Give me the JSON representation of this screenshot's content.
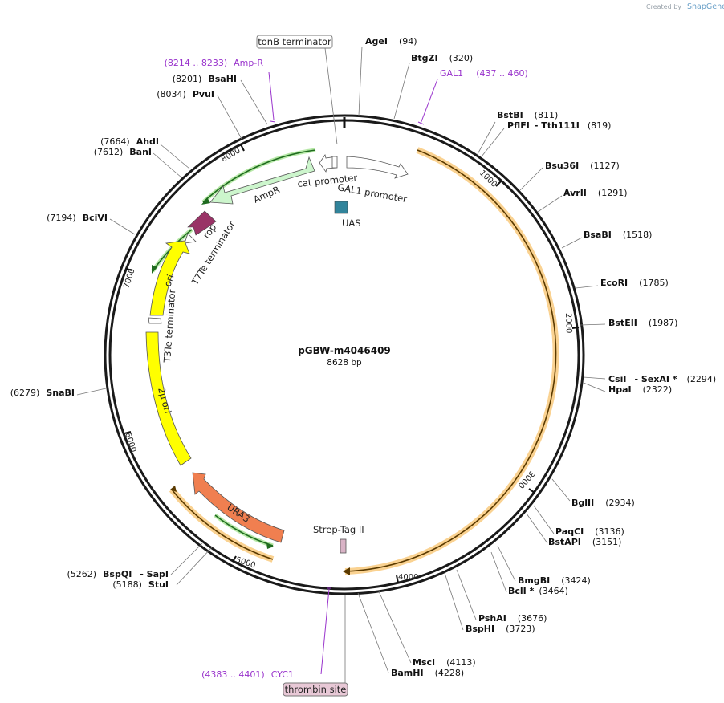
{
  "watermark": {
    "prefix": "Created by",
    "brand": "SnapGene"
  },
  "plasmid": {
    "name": "pGBW-m4046409",
    "size": "8628 bp"
  },
  "ticks": [
    "1000",
    "2000",
    "3000",
    "4000",
    "5000",
    "6000",
    "7000",
    "8000"
  ],
  "enzymes": {
    "agei": {
      "name": "AgeI",
      "pos": "(94)"
    },
    "btgzi": {
      "name": "BtgZI",
      "pos": "(320)"
    },
    "bstbi": {
      "name": "BstBI",
      "pos": "(811)"
    },
    "pflfi": {
      "name": "PflFI",
      "name2": "- Tth111I",
      "pos": "(819)"
    },
    "bsu36i": {
      "name": "Bsu36I",
      "pos": "(1127)"
    },
    "avrii": {
      "name": "AvrII",
      "pos": "(1291)"
    },
    "bsabi": {
      "name": "BsaBI",
      "pos": "(1518)"
    },
    "ecori": {
      "name": "EcoRI",
      "pos": "(1785)"
    },
    "bsteii": {
      "name": "BstEII",
      "pos": "(1987)"
    },
    "csii": {
      "name": "CsiI",
      "name2": "- SexAI *",
      "pos": "(2294)"
    },
    "hpai": {
      "name": "HpaI",
      "pos": "(2322)"
    },
    "bglii": {
      "name": "BglII",
      "pos": "(2934)"
    },
    "paqci": {
      "name": "PaqCI",
      "pos": "(3136)"
    },
    "bstapi": {
      "name": "BstAPI",
      "pos": "(3151)"
    },
    "bmgbi": {
      "name": "BmgBI",
      "pos": "(3424)"
    },
    "bcli": {
      "name": "BclI *",
      "pos": "(3464)"
    },
    "pshai": {
      "name": "PshAI",
      "pos": "(3676)"
    },
    "bsphi": {
      "name": "BspHI",
      "pos": "(3723)"
    },
    "msci": {
      "name": "MscI",
      "pos": "(4113)"
    },
    "bamhi": {
      "name": "BamHI",
      "pos": "(4228)"
    },
    "bspqi": {
      "name": "BspQI",
      "name2": "- SapI",
      "pos": "(5262)"
    },
    "stui": {
      "name": "StuI",
      "pos": "(5188)"
    },
    "snabi": {
      "name": "SnaBI",
      "pos": "(6279)"
    },
    "bcivi": {
      "name": "BciVI",
      "pos": "(7194)"
    },
    "ahdi": {
      "name": "AhdI",
      "pos": "(7664)"
    },
    "bani": {
      "name": "BanI",
      "pos": "(7612)"
    },
    "pvui": {
      "name": "PvuI",
      "pos": "(8034)"
    },
    "bsahi": {
      "name": "BsaHI",
      "pos": "(8201)"
    }
  },
  "primers": {
    "ampr": {
      "range": "(8214 .. 8233)",
      "name": "Amp-R"
    },
    "gal1": {
      "name": "GAL1",
      "range": "(437 .. 460)"
    },
    "cyc1": {
      "range": "(4383 .. 4401)",
      "name": "CYC1"
    }
  },
  "boxes": {
    "tonb": "tonB terminator",
    "thrombin": "thrombin site"
  },
  "features": {
    "cat_promoter": "cat promoter",
    "gal1_promoter": "GAL1 promoter",
    "uas": "UAS",
    "ampr": "AmpR",
    "rop": "rop",
    "t7te": "T7Te terminator",
    "ori": "ori",
    "t3te": "T3Te terminator",
    "two_mu": "2μ ori",
    "ura3": "URA3",
    "strep": "Strep-Tag II"
  },
  "colors": {
    "ampr": "#ccf5cc",
    "rop": "#993366",
    "ori": "#ffff00",
    "ura3": "#f07f50",
    "uas": "#31849b",
    "orf": "#f5a623",
    "primer": "#9933cc",
    "thrombin": "#d9b3c6"
  }
}
